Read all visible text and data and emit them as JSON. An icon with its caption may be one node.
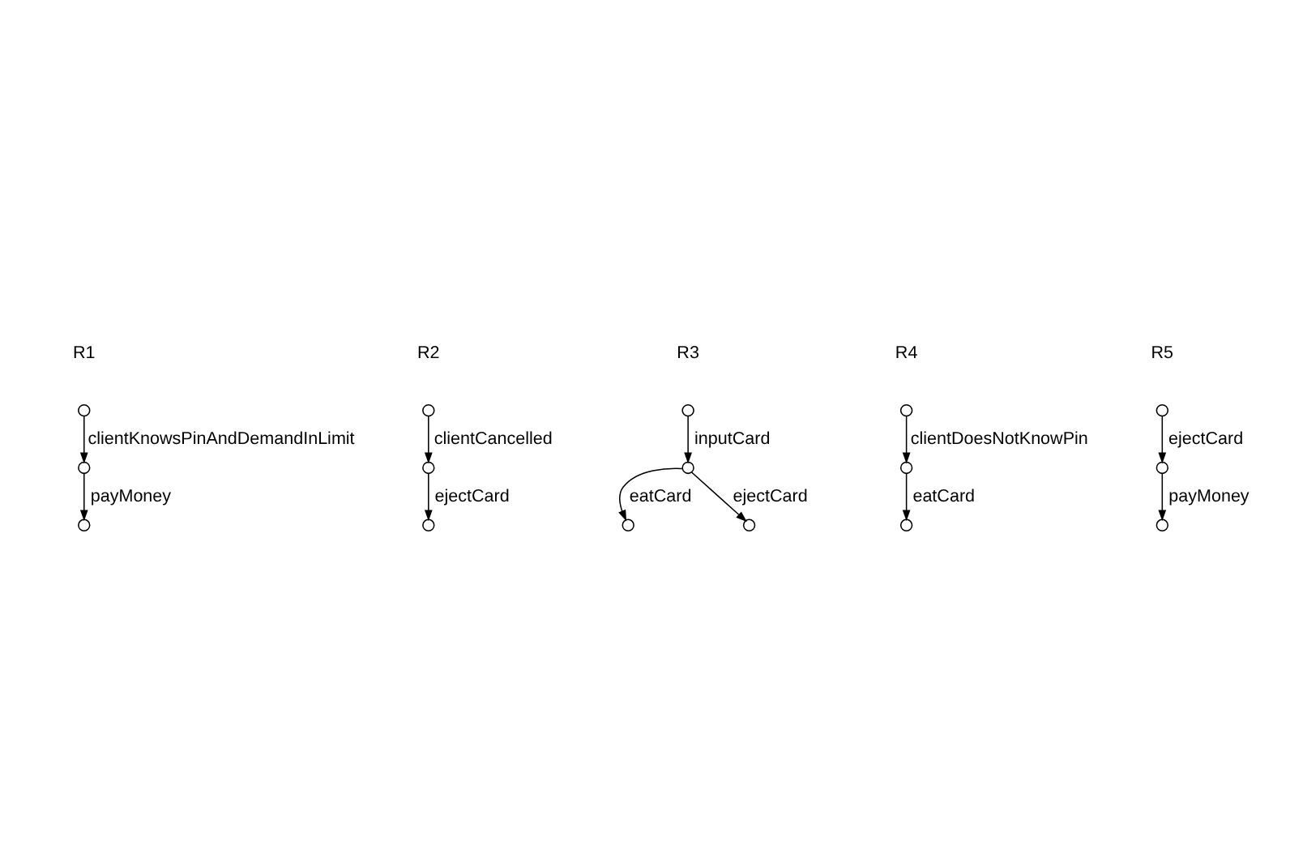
{
  "diagram": {
    "nodes": [
      {
        "text": [],
        "shape": "circle"
      },
      {
        "text": [],
        "shape": "circle"
      },
      {
        "text": [],
        "shape": "circle"
      },
      {
        "text": [],
        "shape": "circle"
      },
      {
        "text": [],
        "shape": "circle"
      },
      {
        "text": [],
        "shape": "circle"
      },
      {
        "text": [],
        "shape": "circle"
      },
      {
        "text": [],
        "shape": "circle"
      },
      {
        "text": [],
        "shape": "circle"
      },
      {
        "text": [],
        "shape": "circle"
      },
      {
        "text": [],
        "shape": "circle"
      },
      {
        "text": [],
        "shape": "circle"
      },
      {
        "text": [],
        "shape": "circle"
      },
      {
        "text": [],
        "shape": "circle"
      },
      {
        "text": [],
        "shape": "circle"
      },
      {
        "text": [],
        "shape": "circle"
      }
    ],
    "edges": [
      {
        "from": 0,
        "to": 1,
        "arrow": "to",
        "label": "clientKnowsPinAndDemandInLimit"
      },
      {
        "from": 1,
        "to": 2,
        "arrow": "to",
        "label": "payMoney"
      },
      {
        "from": 3,
        "to": 4,
        "arrow": "to",
        "label": "clientCancelled"
      },
      {
        "from": 4,
        "to": 5,
        "arrow": "to",
        "label": "ejectCard"
      },
      {
        "from": 6,
        "to": 7,
        "arrow": "to",
        "label": "inputCard"
      },
      {
        "from": 7,
        "to": 8,
        "arrow": "to",
        "label": "eatCard"
      },
      {
        "from": 7,
        "to": 9,
        "arrow": "to",
        "label": "ejectCard"
      },
      {
        "from": 10,
        "to": 11,
        "arrow": "to",
        "label": "clientDoesNotKnowPin"
      },
      {
        "from": 11,
        "to": 12,
        "arrow": "to",
        "label": "eatCard"
      },
      {
        "from": 13,
        "to": 14,
        "arrow": "to",
        "label": "ejectCard"
      },
      {
        "from": 14,
        "to": 15,
        "arrow": "to",
        "label": "payMoney"
      }
    ],
    "labels": [
      "R1",
      "R2",
      "R3",
      "R4",
      "R5"
    ]
  }
}
